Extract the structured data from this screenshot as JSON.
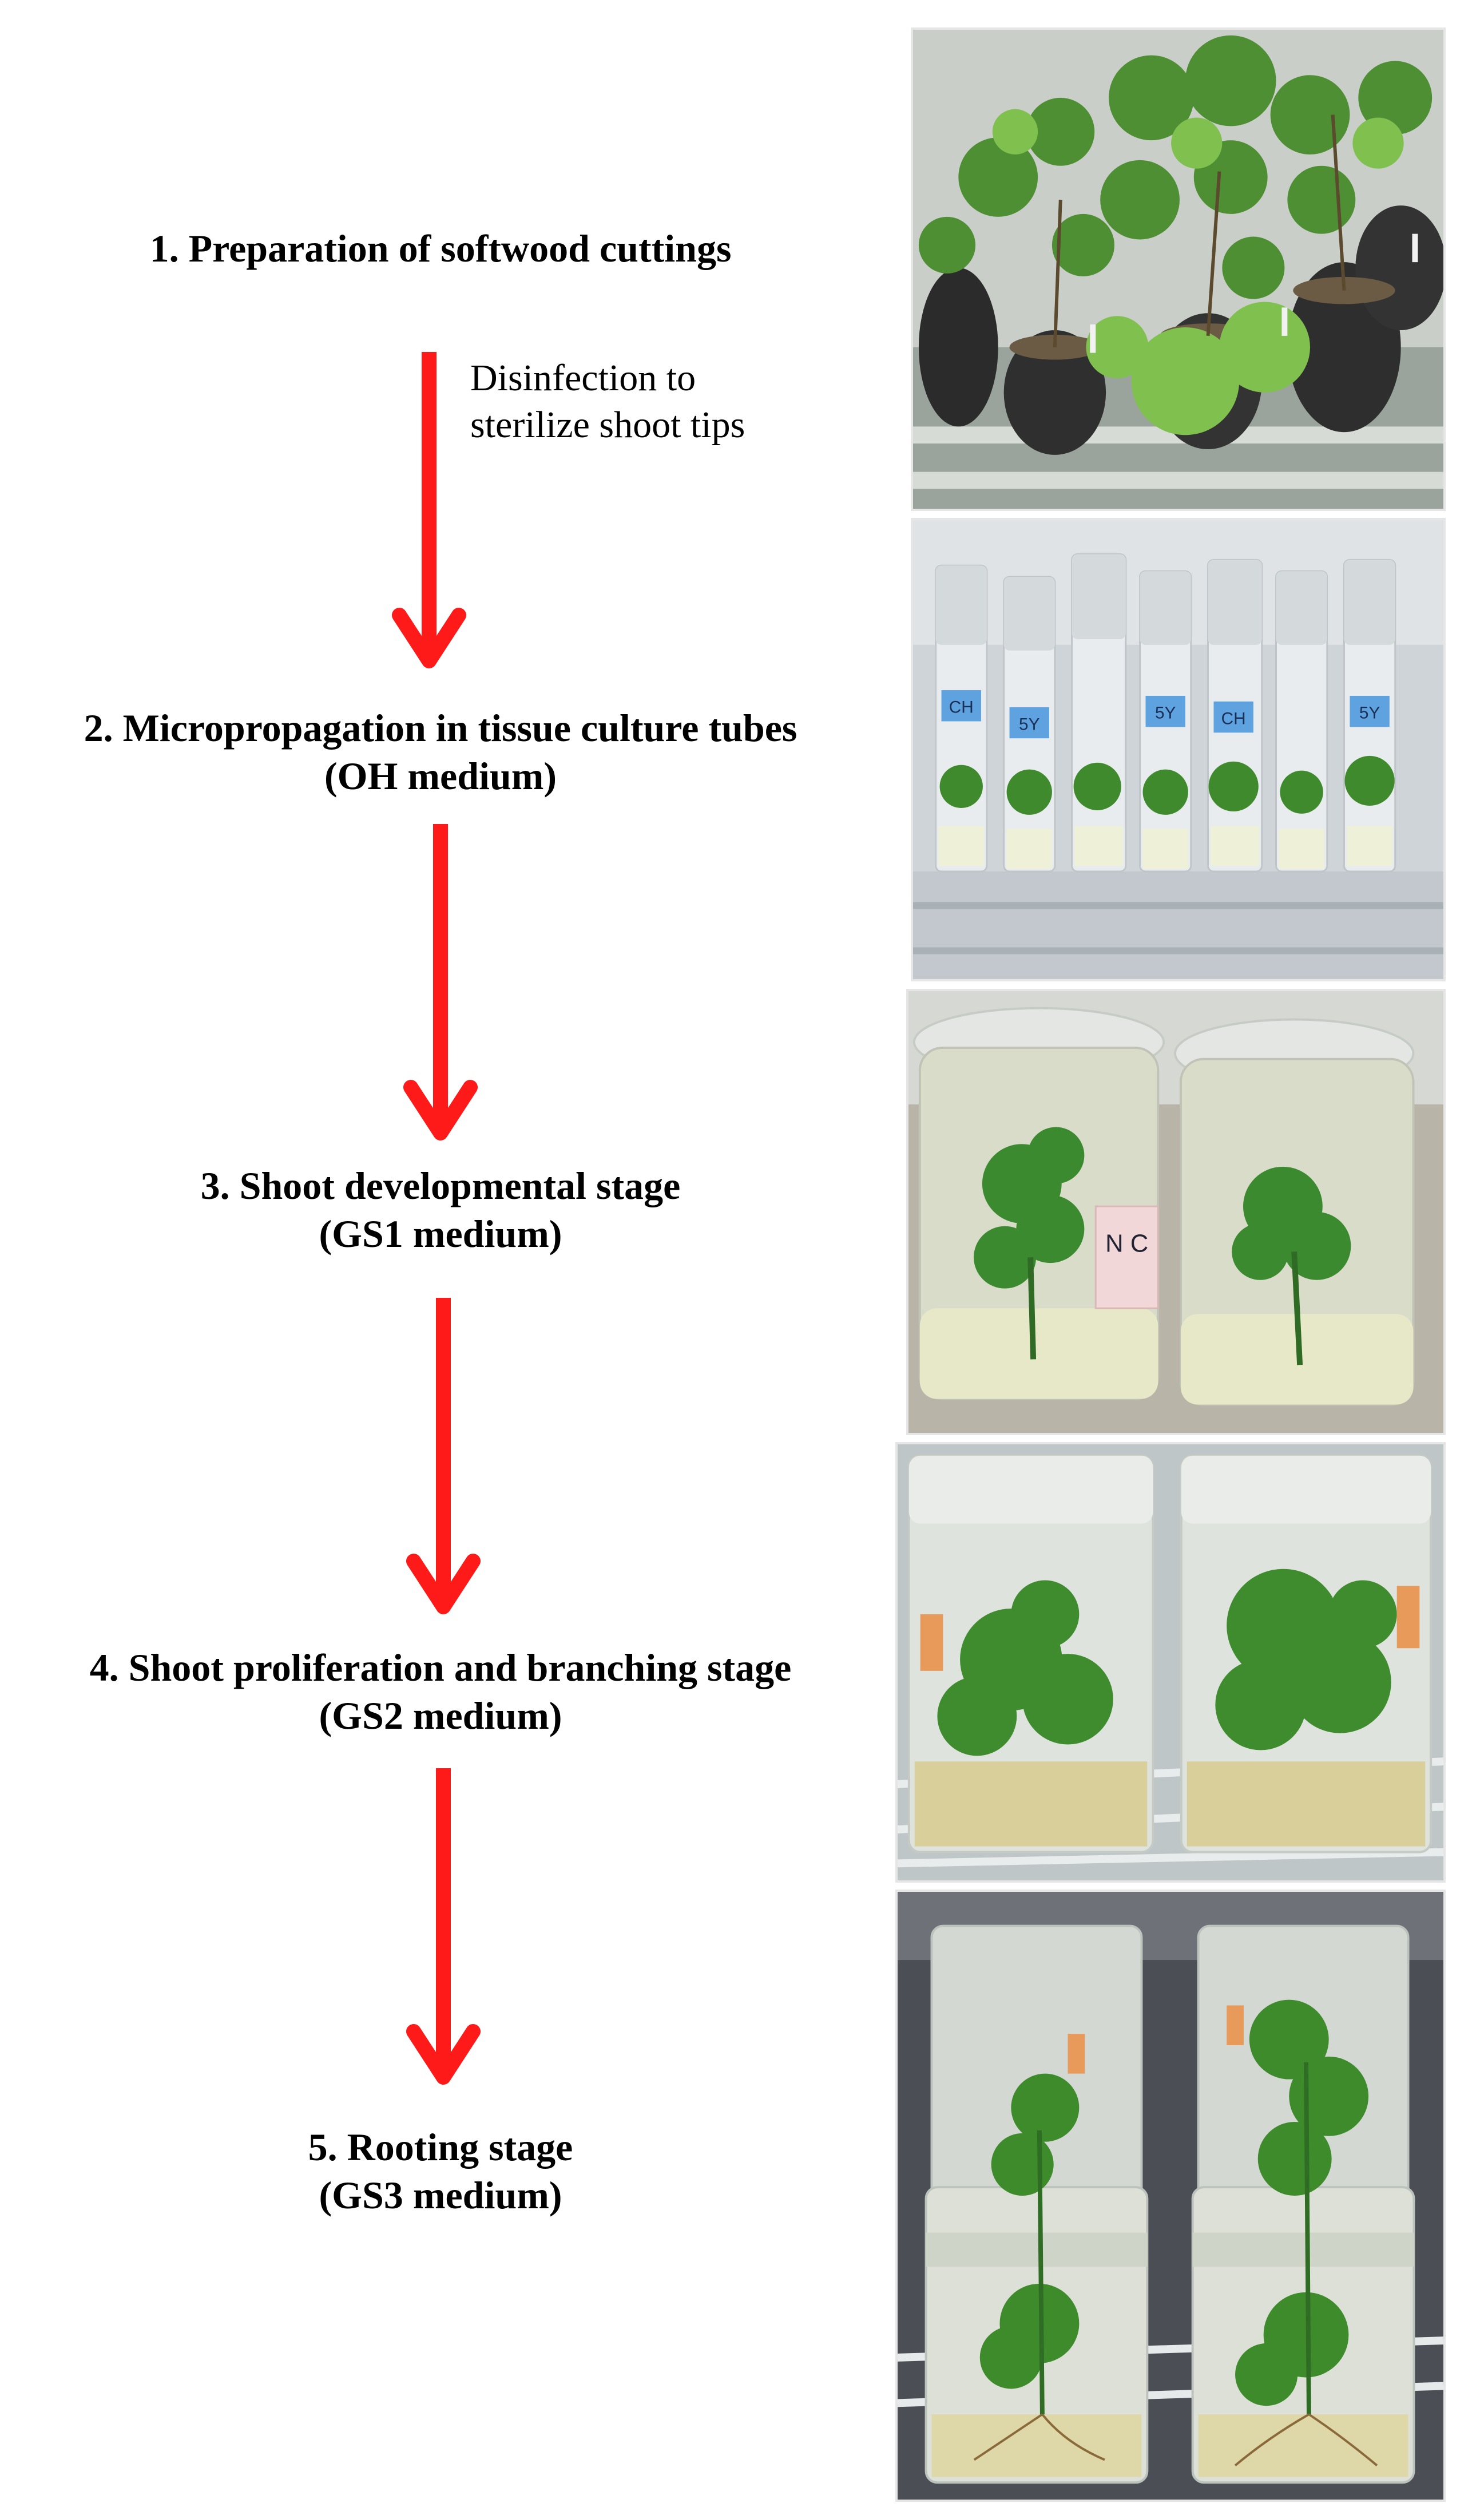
{
  "stages": [
    {
      "id": 1,
      "title": "1. Preparation of softwood cuttings",
      "subtitle": ""
    },
    {
      "id": 2,
      "title": "2. Micropropagation in tissue culture tubes",
      "subtitle": "(OH medium)"
    },
    {
      "id": 3,
      "title": "3. Shoot developmental stage",
      "subtitle": "(GS1 medium)"
    },
    {
      "id": 4,
      "title": "4. Shoot proliferation and branching stage",
      "subtitle": "(GS2 medium)"
    },
    {
      "id": 5,
      "title": "5. Rooting stage",
      "subtitle": "(GS3 medium)"
    }
  ],
  "transition_note": {
    "line1": "Disinfection to",
    "line2": "sterilize shoot tips"
  },
  "photos": [
    {
      "stage": 1,
      "depicts": "potted grapevine softwood cuttings"
    },
    {
      "stage": 2,
      "depicts": "tissue culture tubes in rack",
      "tube_labels": [
        "CH",
        "5Y",
        "5Y",
        "CH",
        "5Y"
      ]
    },
    {
      "stage": 3,
      "depicts": "two culture jars with shoots",
      "jar_label": "N\nC"
    },
    {
      "stage": 4,
      "depicts": "two culture boxes with proliferating shoots"
    },
    {
      "stage": 5,
      "depicts": "two stacked culture boxes with rooted plantlets"
    }
  ],
  "colors": {
    "arrow": "#ff1a1a",
    "text": "#000000",
    "background": "#ffffff"
  }
}
